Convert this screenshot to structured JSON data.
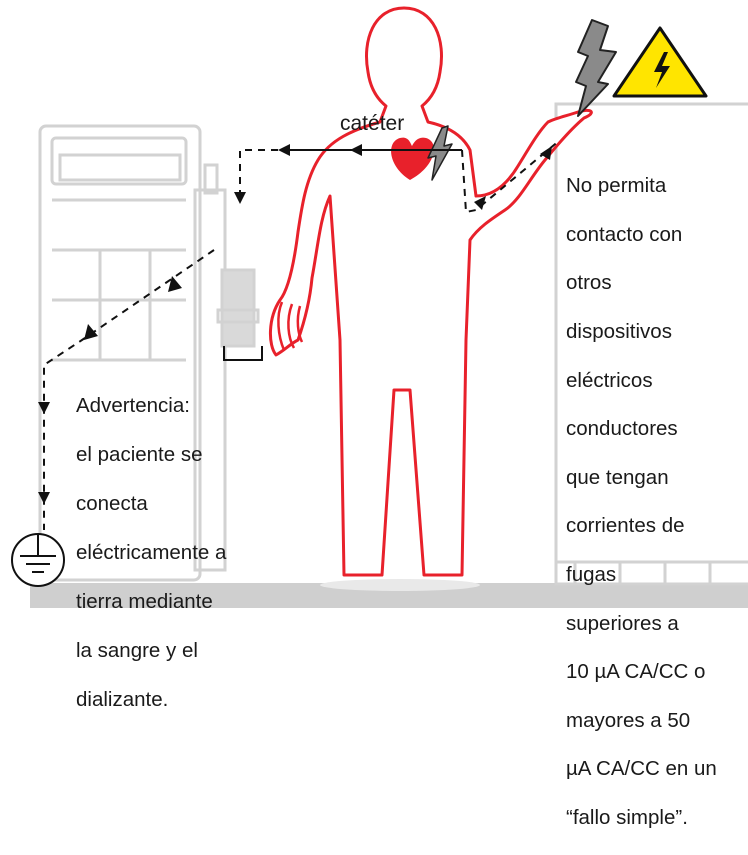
{
  "labels": {
    "catheter": "catéter",
    "warning_left": [
      "Advertencia:",
      "el paciente se",
      "conecta",
      "eléctricamente a",
      "tierra mediante",
      "la sangre y el",
      "dializante."
    ],
    "warning_right": [
      "No permita",
      "contacto con",
      "otros",
      "dispositivos",
      "eléctricos",
      "conductores",
      "que tengan",
      "corrientes de",
      "fugas",
      "superiores a",
      "10 µA CA/CC o",
      "mayores a 50",
      "µA CA/CC en un",
      "“fallo simple”."
    ]
  },
  "icons": {
    "hazard": "high-voltage-warning-triangle",
    "bolt": "lightning-bolt",
    "heart": "heart",
    "ground": "earth-ground-symbol"
  },
  "colors": {
    "body_outline": "#e8212b",
    "heart": "#e8212b",
    "hazard_fill": "#ffe500",
    "hazard_stroke": "#111111",
    "bolt_fill": "#8a8a8a",
    "equipment": "#d4d4d4",
    "floor": "#cfcfcf",
    "arrow": "#111111"
  }
}
